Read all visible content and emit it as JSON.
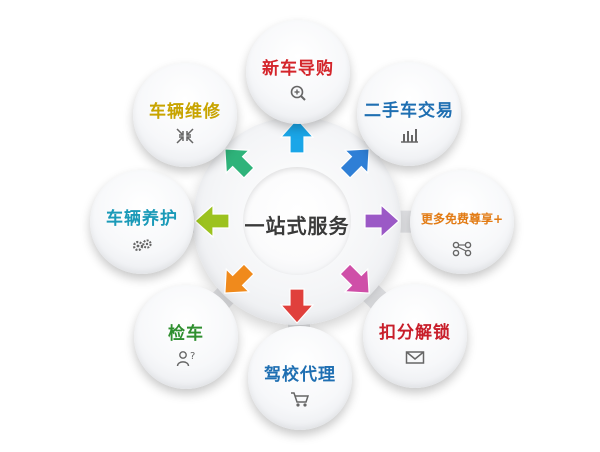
{
  "center": {
    "title": "一站式服务"
  },
  "nodes": [
    {
      "id": "new-car-guide",
      "label": "新车导购",
      "color": "#d4252b",
      "icon": "zoom-in-icon"
    },
    {
      "id": "used-car-trade",
      "label": "二手车交易",
      "color": "#1f6fb2",
      "icon": "bar-chart-icon"
    },
    {
      "id": "more-free",
      "label": "更多免费尊享+",
      "color": "#e27b14",
      "icon": "network-icon"
    },
    {
      "id": "license-points",
      "label": "扣分解锁",
      "color": "#c81e2a",
      "icon": "mail-icon"
    },
    {
      "id": "driving-school",
      "label": "驾校代理",
      "color": "#1f6fb2",
      "icon": "cart-icon"
    },
    {
      "id": "car-inspection",
      "label": "检车",
      "color": "#2f8f2f",
      "icon": "user-question-icon"
    },
    {
      "id": "car-care",
      "label": "车辆养护",
      "color": "#1a9ab8",
      "icon": "gears-icon"
    },
    {
      "id": "car-repair",
      "label": "车辆维修",
      "color": "#c8a400",
      "icon": "collapse-arrows-icon"
    }
  ],
  "arrow_colors": [
    "#1aa6e8",
    "#2f7fd6",
    "#9b59c6",
    "#cf4fa8",
    "#e0403c",
    "#f08a1c",
    "#9cc21e",
    "#2fb37a"
  ]
}
